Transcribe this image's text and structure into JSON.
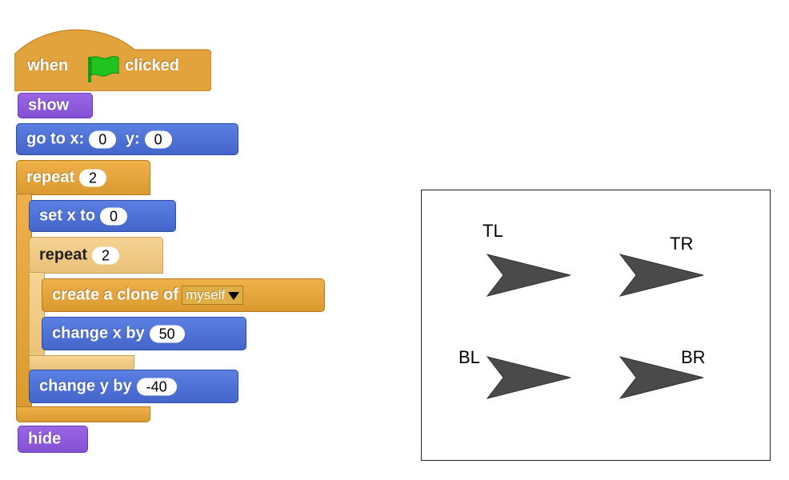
{
  "script": {
    "hat": {
      "word1": "when",
      "word2": "clicked"
    },
    "show": "show",
    "goto": {
      "label_x": "go to x:",
      "x": "0",
      "label_y": "y:",
      "y": "0"
    },
    "repeat_outer": {
      "label": "repeat",
      "count": "2"
    },
    "setx": {
      "label": "set x to",
      "value": "0"
    },
    "repeat_inner": {
      "label": "repeat",
      "count": "2"
    },
    "clone": {
      "label": "create a clone of",
      "option": "myself"
    },
    "changex": {
      "label": "change x by",
      "value": "50"
    },
    "changey": {
      "label": "change y by",
      "value": "-40"
    },
    "hide": "hide"
  },
  "stage": {
    "labels": {
      "tl": "TL",
      "tr": "TR",
      "bl": "BL",
      "br": "BR"
    }
  },
  "colors": {
    "control": "#e6a63b",
    "motion": "#4f72d9",
    "looks": "#8f5be0",
    "flag": "#1fb51f",
    "sprite": "#4a4a4a"
  },
  "icons": {
    "flag": "green-flag-icon",
    "dropdown": "triangle-down-icon",
    "sprite": "arrow-sprite-icon"
  }
}
